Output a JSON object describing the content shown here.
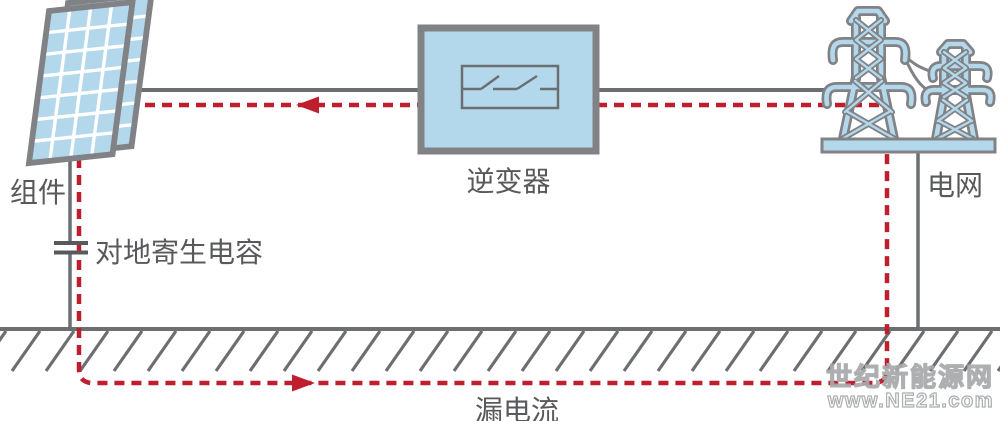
{
  "colors": {
    "panel_fill": "#b3d8ec",
    "outline": "#808285",
    "line": "#6d6e71",
    "text": "#58595b",
    "red": "#be1e2d",
    "watermark_fill": "#ffffff",
    "watermark_stroke": "#a7a9ac"
  },
  "labels": {
    "module": "组件",
    "inverter": "逆变器",
    "grid": "电网",
    "parasitic_capacitance": "对地寄生电容",
    "leakage_current": "漏电流"
  },
  "watermark": {
    "site_name": "世纪新能源网",
    "site_url": "www.NE21.com"
  }
}
